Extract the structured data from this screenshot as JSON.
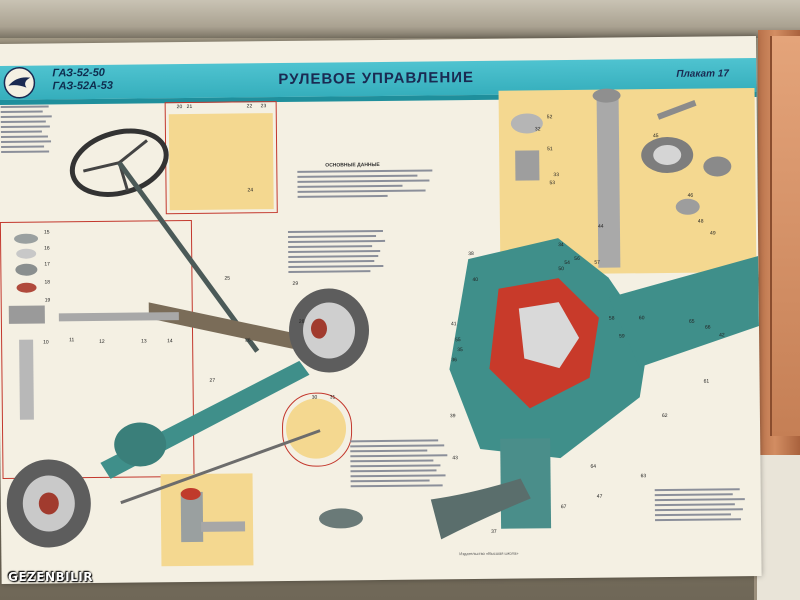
{
  "poster": {
    "model_lines": [
      "ГАЗ-52-50",
      "ГАЗ-52А-53"
    ],
    "title": "РУЛЕВОЕ УПРАВЛЕНИЕ",
    "plakat": "Плакат 17",
    "legend_heading": "ОСНОВНЫЕ ДАННЫЕ",
    "credits": "Издательство «Высшая школа»"
  },
  "callouts": [
    {
      "label": "20"
    },
    {
      "label": "21"
    },
    {
      "label": "22"
    },
    {
      "label": "23"
    },
    {
      "label": "24"
    },
    {
      "label": "25"
    },
    {
      "label": "26"
    },
    {
      "label": "27"
    },
    {
      "label": "28"
    },
    {
      "label": "29"
    },
    {
      "label": "30"
    },
    {
      "label": "31"
    },
    {
      "label": "32"
    },
    {
      "label": "33"
    },
    {
      "label": "34"
    },
    {
      "label": "35"
    },
    {
      "label": "36"
    },
    {
      "label": "37"
    },
    {
      "label": "38"
    },
    {
      "label": "39"
    },
    {
      "label": "40"
    },
    {
      "label": "41"
    },
    {
      "label": "42"
    },
    {
      "label": "43"
    },
    {
      "label": "44"
    },
    {
      "label": "45"
    },
    {
      "label": "46"
    },
    {
      "label": "47"
    },
    {
      "label": "48"
    },
    {
      "label": "49"
    },
    {
      "label": "50"
    },
    {
      "label": "51"
    },
    {
      "label": "52"
    },
    {
      "label": "53"
    },
    {
      "label": "54"
    },
    {
      "label": "55"
    },
    {
      "label": "56"
    },
    {
      "label": "57"
    },
    {
      "label": "58"
    },
    {
      "label": "59"
    },
    {
      "label": "60"
    },
    {
      "label": "61"
    },
    {
      "label": "62"
    },
    {
      "label": "63"
    },
    {
      "label": "64"
    },
    {
      "label": "65"
    },
    {
      "label": "66"
    },
    {
      "label": "67"
    },
    {
      "label": "10"
    },
    {
      "label": "11"
    },
    {
      "label": "12"
    },
    {
      "label": "13"
    },
    {
      "label": "14"
    },
    {
      "label": "15"
    },
    {
      "label": "16"
    },
    {
      "label": "17"
    },
    {
      "label": "18"
    },
    {
      "label": "19"
    }
  ],
  "watermark": {
    "text": "GEZENBILIR",
    "accent": "#f4c31a"
  },
  "colors": {
    "header": "#35aebc",
    "frame": "#c3372c",
    "panel": "#f4d890",
    "assembly": "#3f8f8a"
  }
}
